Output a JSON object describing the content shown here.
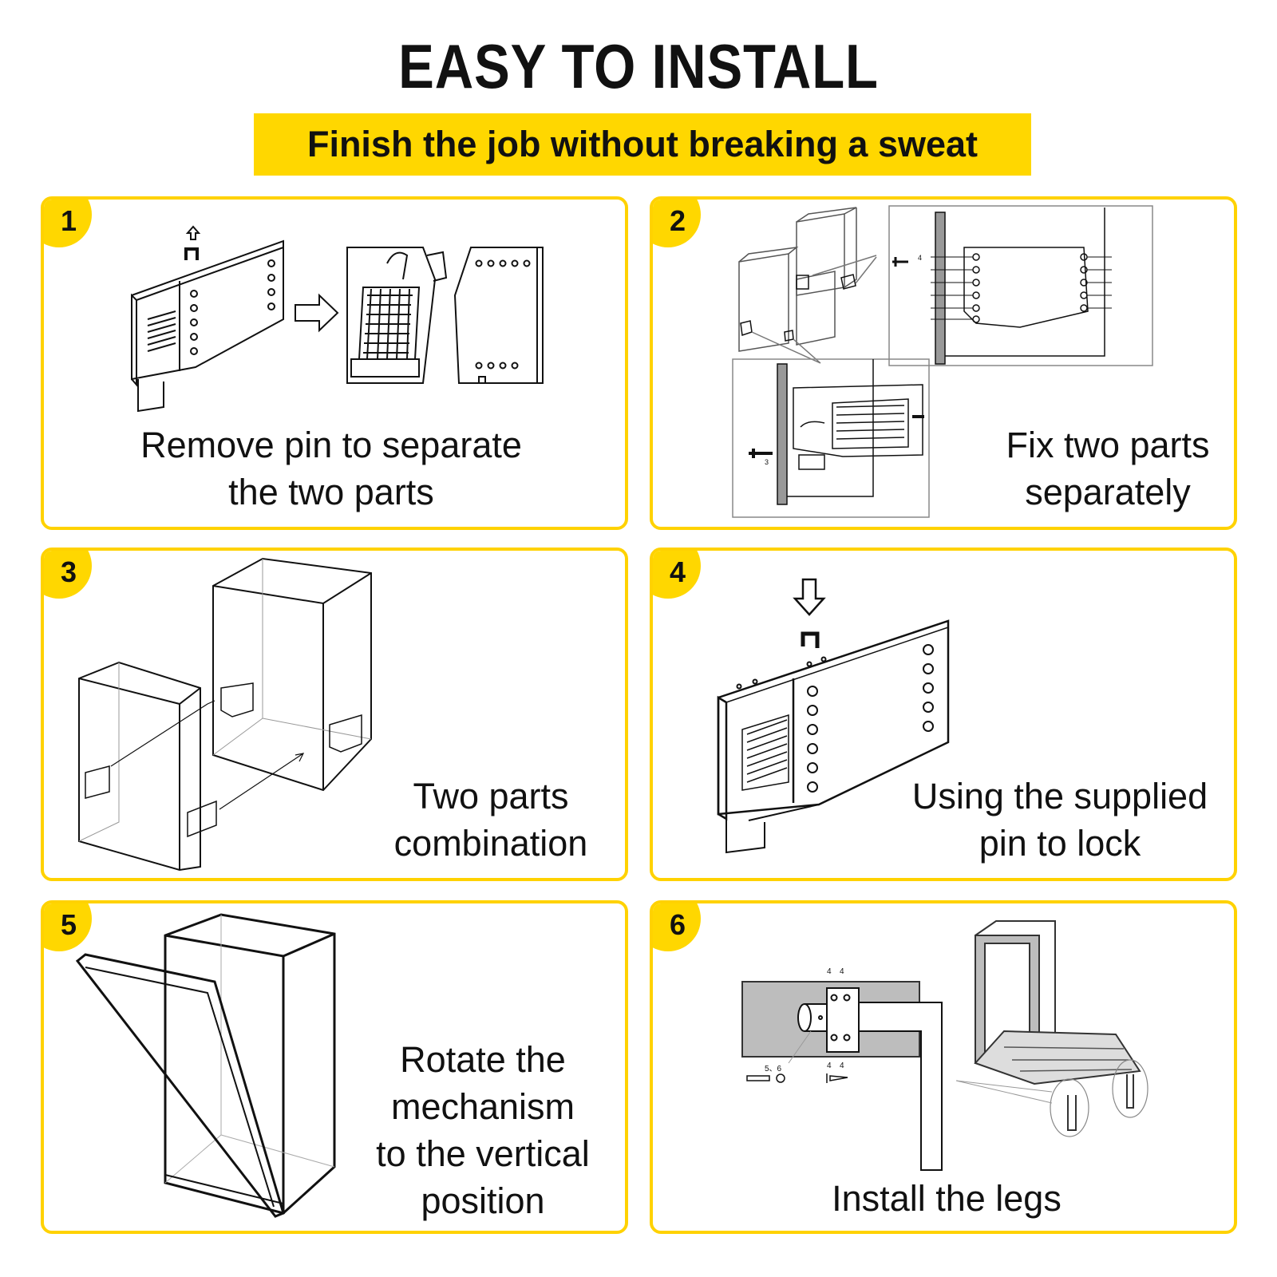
{
  "header": {
    "title": "EASY TO INSTALL",
    "subtitle": "Finish the job without breaking a sweat"
  },
  "colors": {
    "accent": "#FFD700",
    "text": "#111111",
    "background": "#FFFFFF"
  },
  "steps": [
    {
      "number": "1",
      "caption_line1": "Remove pin to separate",
      "caption_line2": "the two parts",
      "icon": "pin-removal-diagram"
    },
    {
      "number": "2",
      "caption_line1": "Fix two parts",
      "caption_line2": "separately",
      "icon": "fixing-brackets-diagram"
    },
    {
      "number": "3",
      "caption_line1": "Two parts",
      "caption_line2": "combination",
      "icon": "combination-diagram"
    },
    {
      "number": "4",
      "caption_line1": "Using the supplied",
      "caption_line2": "pin to lock",
      "icon": "pin-lock-diagram"
    },
    {
      "number": "5",
      "caption_line1": "Rotate the",
      "caption_line2": "mechanism",
      "caption_line3": "to the vertical",
      "caption_line4": "position",
      "icon": "rotate-mechanism-diagram"
    },
    {
      "number": "6",
      "caption_line1": "Install the legs",
      "icon": "install-legs-diagram"
    }
  ],
  "diagram_labels": {
    "screw_count_a": "4",
    "screw_count_b": "3",
    "hardware_ids": "5、6"
  }
}
